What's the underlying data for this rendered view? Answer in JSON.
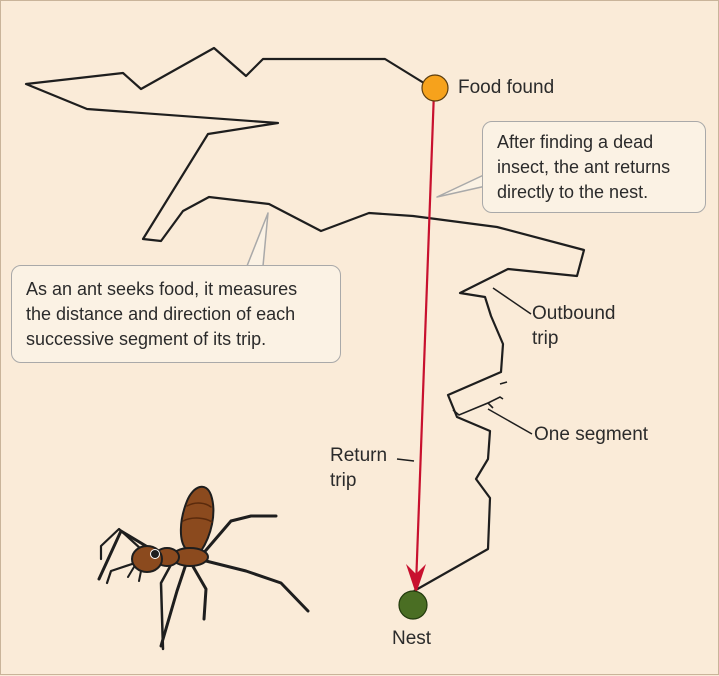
{
  "labels": {
    "food_found": "Food found",
    "outbound_trip": [
      "Outbound",
      "trip"
    ],
    "one_segment": "One segment",
    "return_trip": [
      "Return",
      "trip"
    ],
    "nest": "Nest"
  },
  "callouts": {
    "return": [
      "After finding a dead",
      "insect, the ant returns",
      "directly to the nest."
    ],
    "seek": [
      "As an ant seeks food, it measures",
      "the distance and direction of each",
      "successive segment of its trip."
    ]
  },
  "colors": {
    "background": "#faebd8",
    "food_marker": "#f6a21c",
    "nest_marker": "#4a6e23",
    "return_arrow": "#c8102e",
    "path": "#1e1e1e"
  },
  "icons": {
    "ant": "ant-illustration",
    "food": "food-dot-icon",
    "nest": "nest-dot-icon"
  }
}
